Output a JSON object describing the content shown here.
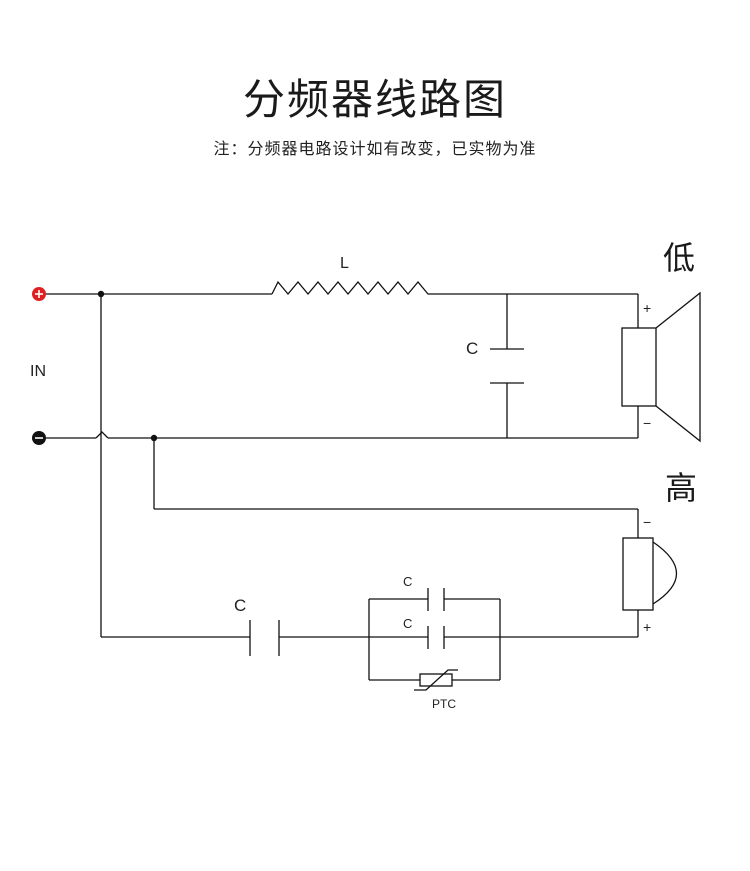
{
  "title": "分频器线路图",
  "note": "注：分频器电路设计如有改变，已实物为准",
  "labels": {
    "inductor": "L",
    "woofer_cap": "C",
    "input": "IN",
    "low": "低",
    "high": "高",
    "tweeter_series_cap": "C",
    "parallel_cap_top": "C",
    "parallel_cap_bottom": "C",
    "ptc": "PTC",
    "woofer_plus": "+",
    "woofer_minus": "−",
    "tweeter_minus": "−",
    "tweeter_plus": "+"
  },
  "colors": {
    "positive_terminal": "#e02020",
    "negative_terminal": "#111111",
    "wire": "#111111"
  }
}
